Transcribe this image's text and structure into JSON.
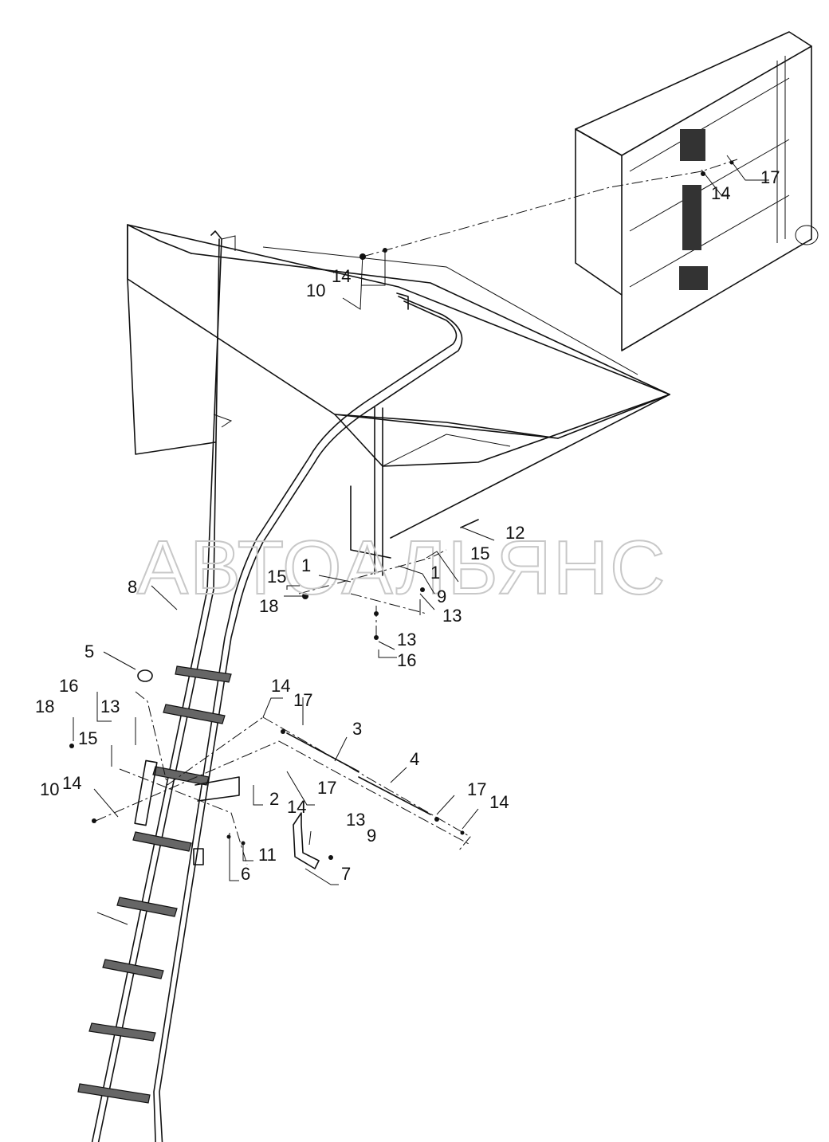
{
  "watermark": "АВТОАЛЬЯНС",
  "callouts": [
    "1",
    "1",
    "2",
    "3",
    "4",
    "5",
    "6",
    "7",
    "8",
    "9",
    "9",
    "10",
    "10",
    "11",
    "12",
    "13",
    "13",
    "13",
    "13",
    "14",
    "14",
    "14",
    "14",
    "14",
    "14",
    "15",
    "15",
    "15",
    "16",
    "16",
    "17",
    "17",
    "17",
    "17",
    "18",
    "18"
  ]
}
